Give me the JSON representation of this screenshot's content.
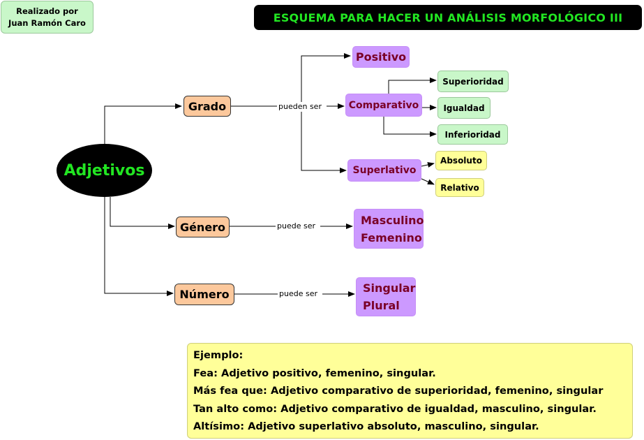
{
  "author": {
    "line1": "Realizado por",
    "line2": "Juan Ramón Caro"
  },
  "title": "ESQUEMA PARA HACER UN ANÁLISIS MORFOLÓGICO III",
  "root": "Adjetivos",
  "grado": {
    "label": "Grado",
    "link": "pueden ser",
    "positivo": "Positivo",
    "comparativo": {
      "label": "Comparativo",
      "items": [
        "Superioridad",
        "Igualdad",
        "Inferioridad"
      ]
    },
    "superlativo": {
      "label": "Superlativo",
      "items": [
        "Absoluto",
        "Relativo"
      ]
    }
  },
  "genero": {
    "label": "Género",
    "link": "puede ser",
    "values": [
      "Masculino",
      "Femenino"
    ]
  },
  "numero": {
    "label": "Número",
    "link": "puede ser",
    "values": [
      "Singular",
      "Plural"
    ]
  },
  "example": {
    "heading": "Ejemplo:",
    "lines": [
      "Fea: Adjetivo positivo, femenino, singular.",
      "Más fea que: Adjetivo comparativo de superioridad, femenino, singular",
      "Tan alto como: Adjetivo comparativo de igualdad, masculino, singular.",
      "Altísimo: Adjetivo superlativo absoluto, masculino, singular."
    ]
  },
  "colors": {
    "title_text": "#22e622",
    "purple_box": "#cc99ff",
    "orange_box": "#fcc89c",
    "green_box": "#c9f7c9",
    "yellow_box": "#ffff99",
    "purple_text": "#7a0026"
  }
}
